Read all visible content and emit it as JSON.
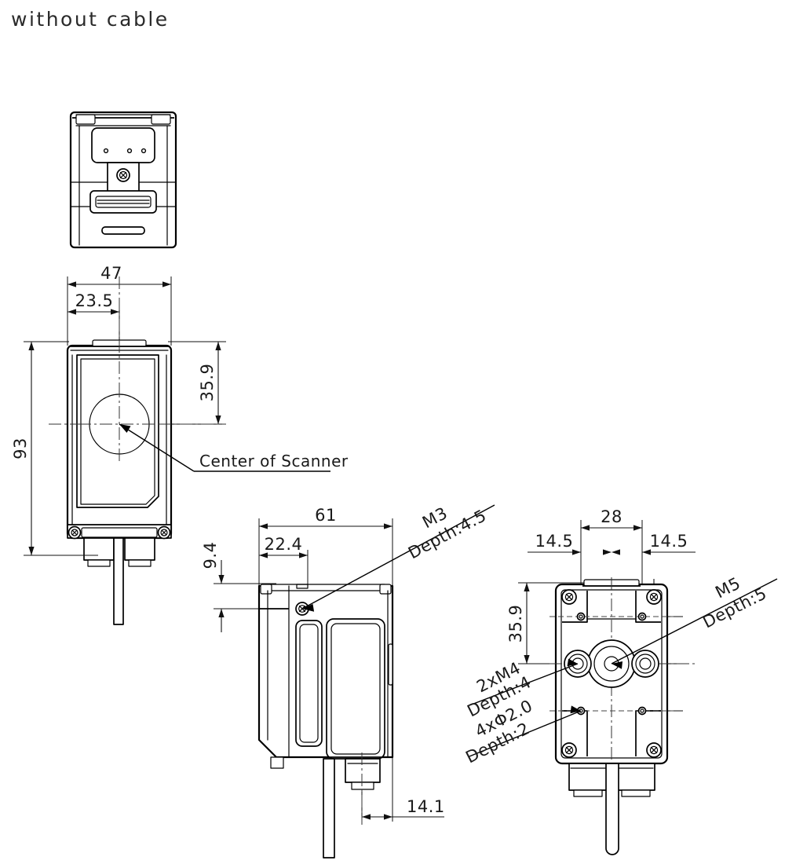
{
  "drawing": {
    "title": "without cable",
    "type": "mechanical dimension drawing",
    "units": "mm",
    "views": [
      {
        "name": "top-view",
        "label": ""
      },
      {
        "name": "front-view",
        "label": ""
      },
      {
        "name": "side-view",
        "label": ""
      },
      {
        "name": "rear-view",
        "label": ""
      }
    ]
  },
  "front_view": {
    "dimensions": {
      "width_overall": "47",
      "center_offset_x": "23.5",
      "center_offset_y": "35.9",
      "height_overall": "93"
    },
    "annotation": "Center of Scanner"
  },
  "side_view": {
    "dimensions": {
      "depth_overall": "61",
      "step_depth": "22.4",
      "top_offset": "9.4",
      "cable_offset": "14.1"
    },
    "callout": {
      "thread": "M3",
      "depth": "Depth:4.5"
    }
  },
  "rear_view": {
    "dimensions": {
      "hole_spacing_x": "28",
      "edge_left": "14.5",
      "edge_right": "14.5",
      "offset_top": "35.9",
      "pitch_upper": "14.5",
      "pitch_lower": "14.5"
    },
    "callouts": [
      {
        "name": "m5-callout",
        "thread": "M5",
        "depth": "Depth:5"
      },
      {
        "name": "m4-callout",
        "thread": "2xM4",
        "depth": "Depth:4"
      },
      {
        "name": "pin-callout",
        "thread": "4xΦ2.0",
        "depth": "Depth:2"
      }
    ]
  },
  "colors": {
    "line": "#000000",
    "dimension": "#111111",
    "center_line": "#333333",
    "background": "#ffffff"
  }
}
